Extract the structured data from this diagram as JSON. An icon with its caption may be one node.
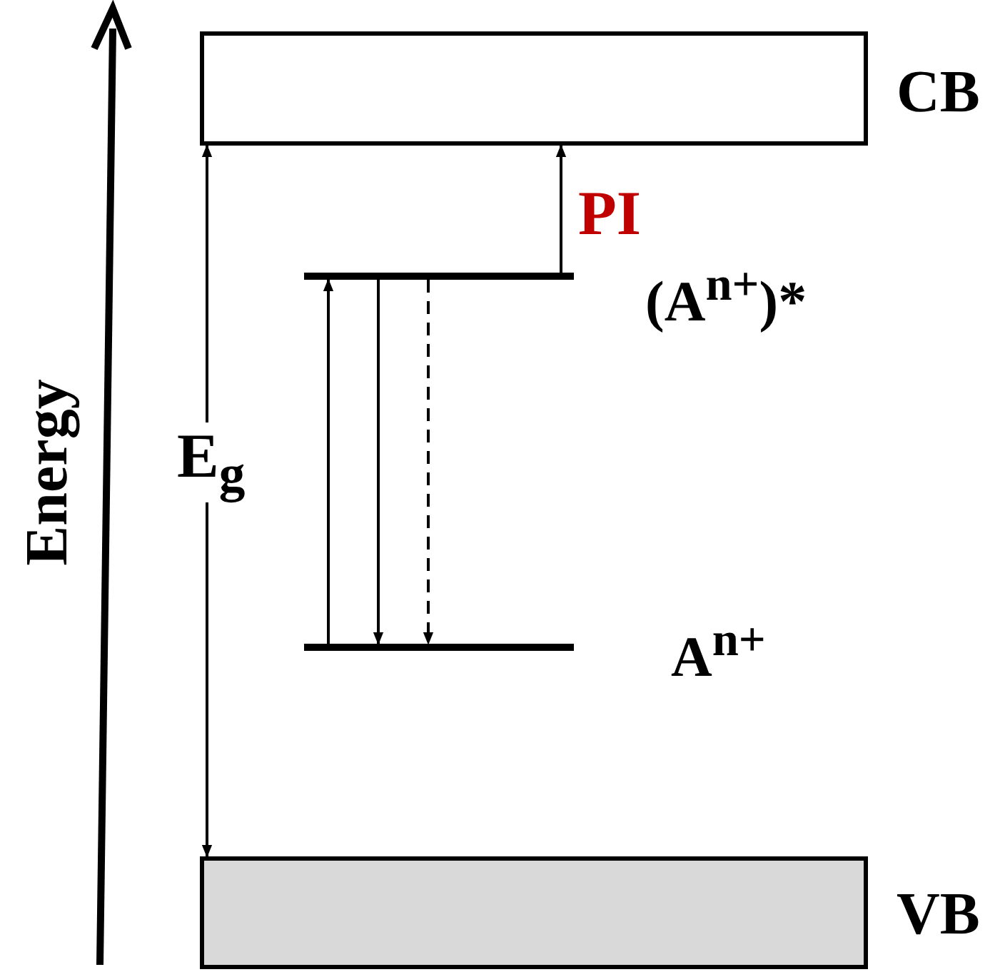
{
  "diagram": {
    "nodes": [
      {
        "text": [],
        "shape": "box",
        "beside": [
          "CB"
        ]
      },
      {
        "text": [],
        "shape": "bar",
        "beside": [
          "(A$^{n+}$)*"
        ]
      },
      {
        "text": [],
        "shape": "bar",
        "beside": [
          "A$^{n+}$"
        ]
      },
      {
        "text": [],
        "shape": "box",
        "beside": [
          "VB"
        ]
      }
    ],
    "edges": [
      {
        "from": 3,
        "to": 0,
        "arrow": "both",
        "label": "E$_{g}$"
      },
      {
        "from": 1,
        "to": 0,
        "arrow": "to",
        "label": "PI"
      },
      {
        "from": 2,
        "to": 1,
        "arrow": "to"
      },
      {
        "from": 1,
        "to": 2,
        "arrow": "to"
      },
      {
        "from": 1,
        "to": 2,
        "arrow": "to",
        "style": "dashed"
      }
    ],
    "labels": [
      "Energy"
    ]
  }
}
